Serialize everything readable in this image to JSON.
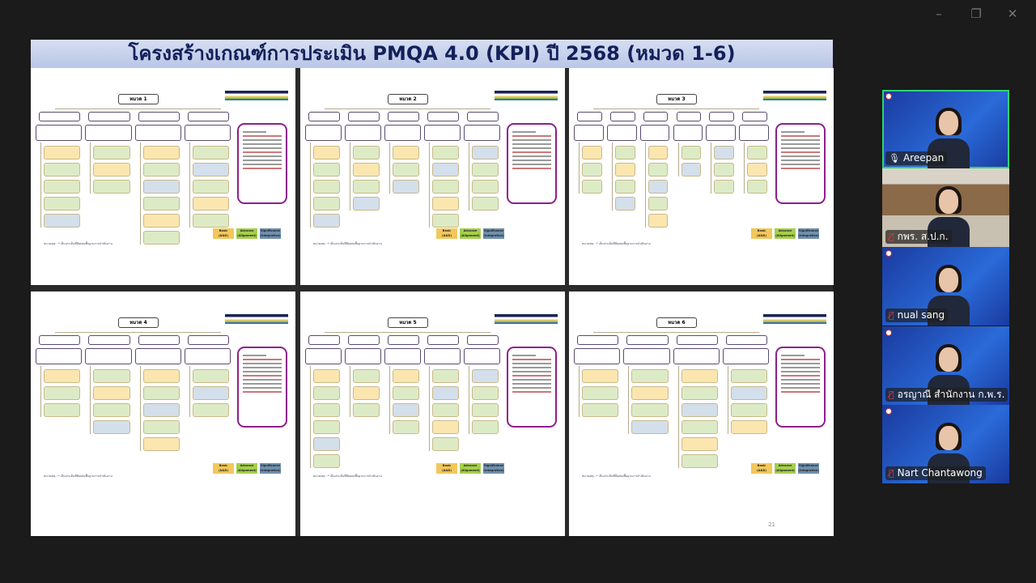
{
  "window_controls": {
    "minimize": "minimize-icon",
    "restore": "restore-icon",
    "close": "close-icon"
  },
  "slide": {
    "title": "โครงสร้างเกณฑ์การประเมิน PMQA 4.0 (KPI) ปี 2568 (หมวด 1-6)",
    "page_number": "21",
    "panels": [
      {
        "title": "หมวด 1"
      },
      {
        "title": "หมวด 2"
      },
      {
        "title": "หมวด 3"
      },
      {
        "title": "หมวด 4"
      },
      {
        "title": "หมวด 5"
      },
      {
        "title": "หมวด 6"
      }
    ],
    "legend": [
      {
        "label": "Basic",
        "sub": "(A&D)",
        "color": "#f2c75c"
      },
      {
        "label": "Advance",
        "sub": "(Alignment)",
        "color": "#a5cf4c"
      },
      {
        "label": "Significance",
        "sub": "(Integration)",
        "color": "#6f90ad"
      }
    ],
    "footnote": "หมายเหตุ : * เป็นประเด็นที่มีผลต่อพื้นฐานการดำเนินงาน"
  },
  "participants": [
    {
      "name": "Areepan",
      "muted": false,
      "active": true
    },
    {
      "name": "กพร. ส.ป.ก.",
      "muted": true,
      "active": false
    },
    {
      "name": "nual sang",
      "muted": true,
      "active": false
    },
    {
      "name": "อรญาณี สำนักงาน ก.พ.ร.",
      "muted": true,
      "active": false
    },
    {
      "name": "Nart Chantawong",
      "muted": true,
      "active": false
    }
  ],
  "colors": {
    "basic": "#fbe6b0",
    "advance": "#dcebc6",
    "significance": "#d3dfeb",
    "summary_border": "#8e1f8e"
  }
}
